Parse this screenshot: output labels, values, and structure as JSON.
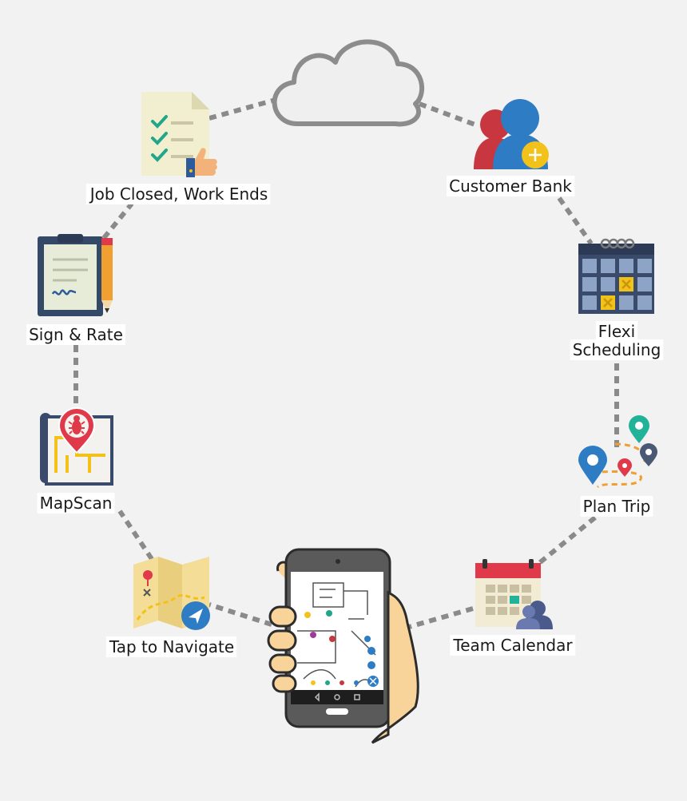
{
  "diagram": {
    "nodes": [
      {
        "id": "customer-bank",
        "label_lines": [
          "Customer Bank"
        ]
      },
      {
        "id": "flexi-scheduling",
        "label_lines": [
          "Flexi",
          "Scheduling"
        ]
      },
      {
        "id": "plan-trip",
        "label_lines": [
          "Plan Trip"
        ]
      },
      {
        "id": "team-calendar",
        "label_lines": [
          "Team Calendar"
        ]
      },
      {
        "id": "tap-to-navigate",
        "label_lines": [
          "Tap to Navigate"
        ]
      },
      {
        "id": "mapscan",
        "label_lines": [
          "MapScan"
        ]
      },
      {
        "id": "sign-and-rate",
        "label_lines": [
          "Sign & Rate"
        ]
      },
      {
        "id": "job-closed",
        "label_lines": [
          "Job Closed, Work Ends"
        ]
      }
    ],
    "colors": {
      "connector": "#888888",
      "background": "#f2f2f2",
      "cloud": "#efefef",
      "red": "#c8373f",
      "blue": "#2d7cc4",
      "yellow": "#f2c21b",
      "navy": "#3a4a6b",
      "teal": "#21b29a",
      "orange": "#f0a030",
      "skin": "#f8d49a"
    }
  }
}
